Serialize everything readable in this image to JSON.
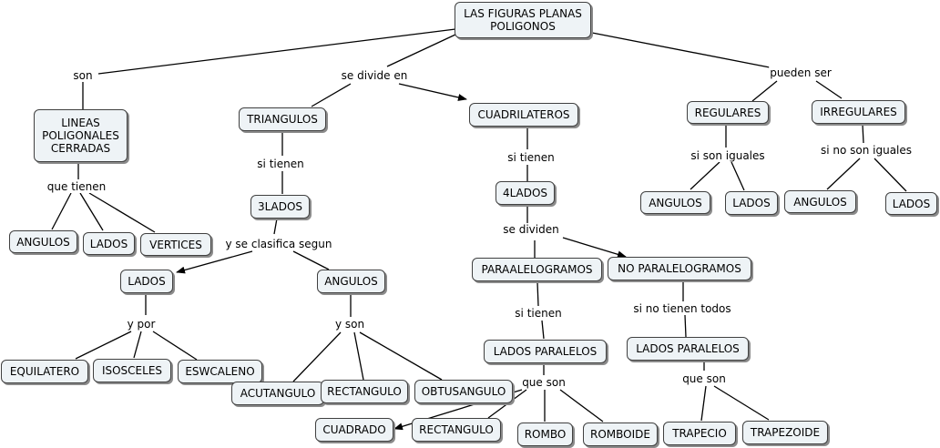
{
  "nodes": {
    "root": "LAS FIGURAS PLANAS\nPOLIGONOS",
    "lineas": "LINEAS\nPOLIGONALES\nCERRADAS",
    "angulos1": "ANGULOS",
    "lados1": "LADOS",
    "vertices": "VERTICES",
    "triangulos": "TRIANGULOS",
    "tres_lados": "3LADOS",
    "lados2": "LADOS",
    "angulos2": "ANGULOS",
    "equilatero": "EQUILATERO",
    "isosceles": "ISOSCELES",
    "eswcaleno": "ESWCALENO",
    "acutangulo": "ACUTANGULO",
    "rectangulo1": "RECTANGULO",
    "obtusangulo": "OBTUSANGULO",
    "cuadrilateros": "CUADRILATEROS",
    "cuatro_lados": "4LADOS",
    "paraalelogramos": "PARAALELOGRAMOS",
    "no_paralelogramos": "NO PARALELOGRAMOS",
    "lados_paralelos1": "LADOS PARALELOS",
    "lados_paralelos2": "LADOS PARALELOS",
    "cuadrado": "CUADRADO",
    "rectangulo2": "RECTANGULO",
    "rombo": "ROMBO",
    "romboide": "ROMBOIDE",
    "trapecio": "TRAPECIO",
    "trapezoide": "TRAPEZOIDE",
    "regulares": "REGULARES",
    "irregulares": "IRREGULARES",
    "angulos3": "ANGULOS",
    "lados3": "LADOS",
    "angulos4": "ANGULOS",
    "lados4": "LADOS"
  },
  "links": {
    "son": "son",
    "se_divide_en": "se divide en",
    "pueden_ser": "pueden ser",
    "que_tienen": "que tienen",
    "si_tienen1": "si tienen",
    "y_se_clasifica": "y se clasifica segun",
    "y_por": "y por",
    "y_son": "y son",
    "si_tienen2": "si tienen",
    "se_dividen": "se dividen",
    "si_tienen3": "si tienen",
    "si_no_tienen": "si no tienen todos",
    "que_son1": "que son",
    "que_son2": "que son",
    "si_son_iguales": "si son iguales",
    "si_no_son_iguales": "si no son iguales"
  },
  "colors": {
    "node_fill": "#eef3f6",
    "node_border": "#404040",
    "line": "#000000"
  }
}
